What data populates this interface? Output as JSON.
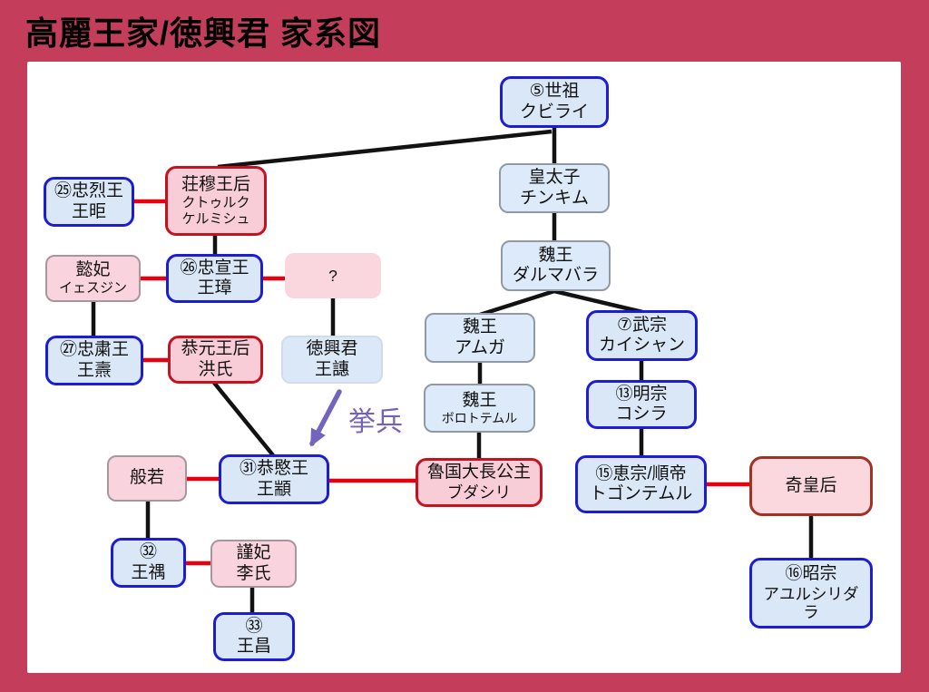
{
  "title": "高麗王家/徳興君 家系図",
  "annotation": {
    "label": "挙兵"
  },
  "colors": {
    "background": "#c43e5c",
    "canvas": "#ffffff",
    "marriage_line": "#e8000e",
    "descent_line": "#121212",
    "revolt_arrow": "#7564be",
    "emperor_border": "#1c1cd2",
    "empress_border": "#c4121f"
  },
  "nodes": {
    "kublai": {
      "l1": "⑤世祖",
      "l2": "クビライ"
    },
    "chinkim": {
      "l1": "皇太子",
      "l2": "チンキム"
    },
    "darmabala": {
      "l1": "魏王",
      "l2": "ダルマバラ"
    },
    "amuga": {
      "l1": "魏王",
      "l2": "アムガ"
    },
    "bolod": {
      "l1": "魏王",
      "l2": "ボロトテムル"
    },
    "kaishan": {
      "l1": "⑦武宗",
      "l2": "カイシャン"
    },
    "koshila": {
      "l1": "⑬明宗",
      "l2": "コシラ"
    },
    "toghon": {
      "l1": "⑮恵宗/順帝",
      "l2": "トゴンテムル"
    },
    "kikougou": {
      "l1": "奇皇后"
    },
    "ayushiridara": {
      "l1": "⑯昭宗",
      "l2": "アユルシリダラ"
    },
    "chungnyeol": {
      "l1": "㉕忠烈王",
      "l2": "王昛"
    },
    "jangmok": {
      "l1": "荘穆王后",
      "l2": "クトゥルク",
      "l3": "ケルミシュ"
    },
    "uibi": {
      "l1": "懿妃",
      "l2": "イェスジン"
    },
    "chungseon": {
      "l1": "㉖忠宣王",
      "l2": "王璋"
    },
    "unknown": {
      "l1": "?"
    },
    "chungsuk": {
      "l1": "㉗忠粛王",
      "l2": "王燾"
    },
    "gongwon": {
      "l1": "恭元王后",
      "l2": "洪氏"
    },
    "deokheung": {
      "l1": "徳興君",
      "l2": "王譓"
    },
    "banya": {
      "l1": "般若"
    },
    "gongmin": {
      "l1": "㉛恭愍王",
      "l2": "王顓"
    },
    "budashiri": {
      "l1": "魯国大長公主",
      "l2": "ブダシリ"
    },
    "wangu": {
      "l1": "㉜",
      "l2": "王禑"
    },
    "geunbi": {
      "l1": "謹妃",
      "l2": "李氏"
    },
    "wangchang": {
      "l1": "㉝",
      "l2": "王昌"
    }
  },
  "edges": [
    {
      "from": "kublai",
      "to": "chinkim",
      "type": "descent"
    },
    {
      "from": "kublai",
      "to": "jangmok",
      "type": "descent"
    },
    {
      "from": "chinkim",
      "to": "darmabala",
      "type": "descent"
    },
    {
      "from": "darmabala",
      "to": "amuga",
      "type": "descent"
    },
    {
      "from": "darmabala",
      "to": "kaishan",
      "type": "descent"
    },
    {
      "from": "amuga",
      "to": "bolod",
      "type": "descent"
    },
    {
      "from": "bolod",
      "to": "budashiri",
      "type": "descent"
    },
    {
      "from": "kaishan",
      "to": "koshila",
      "type": "descent"
    },
    {
      "from": "koshila",
      "to": "toghon",
      "type": "descent"
    },
    {
      "from": "kikougou",
      "to": "ayushiridara",
      "type": "descent"
    },
    {
      "from": "jangmok",
      "to": "chungseon",
      "type": "descent"
    },
    {
      "from": "uibi",
      "to": "chungsuk",
      "type": "descent"
    },
    {
      "from": "unknown",
      "to": "deokheung",
      "type": "descent"
    },
    {
      "from": "gongwon",
      "to": "gongmin",
      "type": "descent"
    },
    {
      "from": "banya",
      "to": "wangu",
      "type": "descent"
    },
    {
      "from": "geunbi",
      "to": "wangchang",
      "type": "descent"
    },
    {
      "from": "chungnyeol",
      "to": "jangmok",
      "type": "marriage"
    },
    {
      "from": "uibi",
      "to": "chungseon",
      "type": "marriage"
    },
    {
      "from": "chungseon",
      "to": "unknown",
      "type": "marriage"
    },
    {
      "from": "chungsuk",
      "to": "gongwon",
      "type": "marriage"
    },
    {
      "from": "banya",
      "to": "gongmin",
      "type": "marriage"
    },
    {
      "from": "gongmin",
      "to": "budashiri",
      "type": "marriage"
    },
    {
      "from": "toghon",
      "to": "kikougou",
      "type": "marriage"
    },
    {
      "from": "wangu",
      "to": "geunbi",
      "type": "marriage"
    },
    {
      "from": "deokheung",
      "to": "gongmin",
      "type": "revolt"
    }
  ]
}
